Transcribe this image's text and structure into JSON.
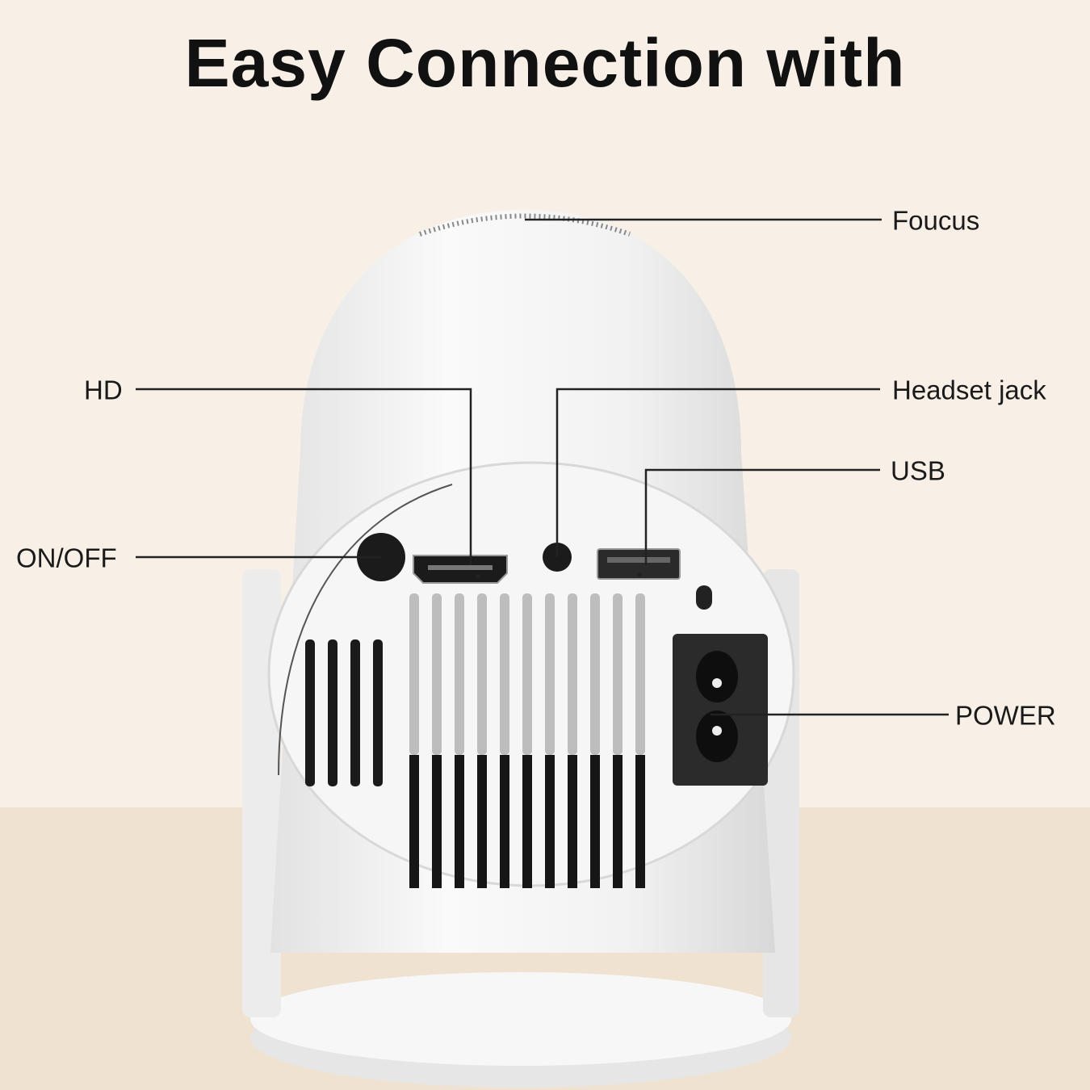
{
  "title": "Easy Connection with",
  "callouts": {
    "focus": "Foucus",
    "hd": "HD",
    "headset": "Headset jack",
    "usb": "USB",
    "onoff": "ON/OFF",
    "power": "POWER"
  },
  "colors": {
    "background": "#f8f0e7",
    "floor": "#efe2d1",
    "device": "#f4f4f4",
    "port": "#1b1b1b"
  }
}
